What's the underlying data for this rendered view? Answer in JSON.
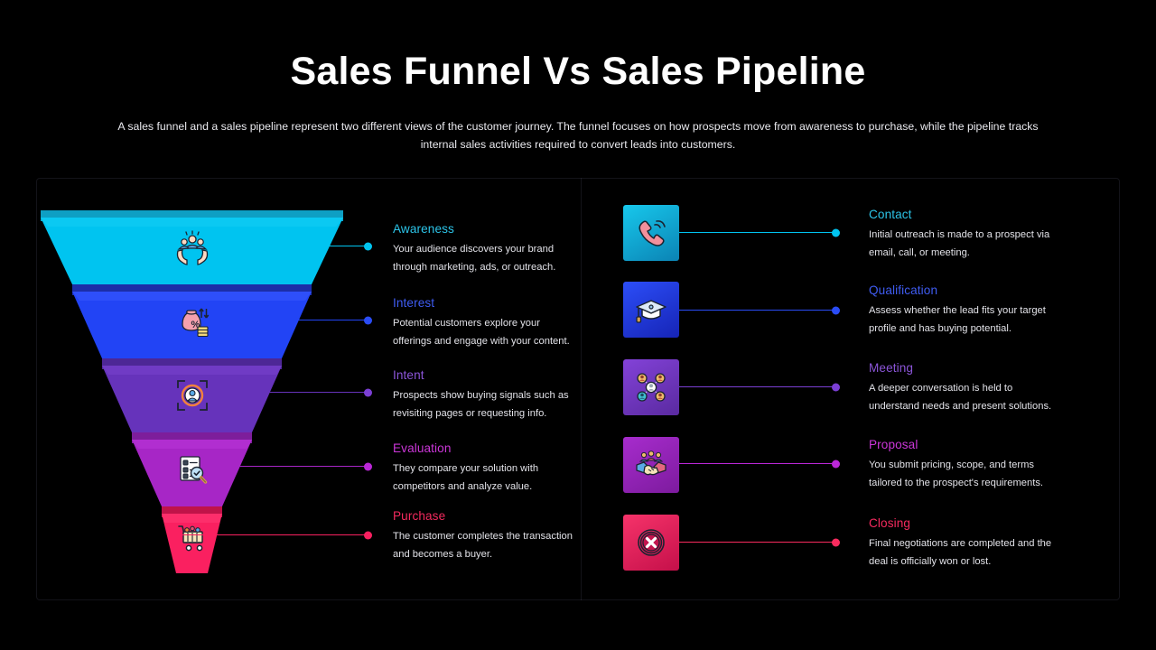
{
  "header": {
    "title": "Sales Funnel Vs Sales Pipeline",
    "subtitle": "A sales funnel and a sales pipeline represent two different views of the customer journey. The funnel focuses on how prospects move from awareness to purchase, while the pipeline tracks internal sales activities required to convert leads into customers."
  },
  "colors": {
    "background": "#000000",
    "cyan": "#00c4f0",
    "blue": "#2244f5",
    "purple": "#6633bb",
    "magenta": "#a726c6",
    "pink": "#fa2060",
    "cyan_rim": "#0e9fc4",
    "blue_rim": "#1c2ea8",
    "purple_rim": "#4d2796",
    "magenta_rim": "#7d1e9b",
    "pink_rim": "#c01349"
  },
  "funnel": {
    "stages": [
      {
        "label": "Awareness",
        "description": "Your audience discovers your brand through marketing, ads, or outreach.",
        "color": "#00c4f0",
        "rim": "#0e9fc4",
        "icon": "audience-hands-icon"
      },
      {
        "label": "Interest",
        "description": "Potential customers explore your offerings and engage with your content.",
        "color": "#2244f5",
        "rim": "#1c2ea8",
        "icon": "money-bag-percent-icon"
      },
      {
        "label": "Intent",
        "description": "Prospects show buying signals such as revisiting pages or requesting info.",
        "color": "#6633bb",
        "rim": "#4d2796",
        "icon": "target-person-icon"
      },
      {
        "label": "Evaluation",
        "description": "They compare your solution with competitors and analyze value.",
        "color": "#a726c6",
        "rim": "#7d1e9b",
        "icon": "checklist-magnifier-icon"
      },
      {
        "label": "Purchase",
        "description": "The customer completes the transaction and becomes a buyer.",
        "color": "#fa2060",
        "rim": "#c01349",
        "icon": "shopping-cart-icon"
      }
    ]
  },
  "pipeline": {
    "stages": [
      {
        "label": "Contact",
        "description": "Initial outreach is made to a prospect via email, call, or meeting.",
        "color": "#00c4f0",
        "tile_from": "#17c8ec",
        "tile_to": "#0b83b4",
        "icon": "ringing-phone-icon"
      },
      {
        "label": "Qualification",
        "description": "Assess whether the lead fits your target profile and has buying potential.",
        "color": "#2a4cf5",
        "tile_from": "#2c4ef8",
        "tile_to": "#1624b6",
        "icon": "graduation-cap-icon"
      },
      {
        "label": "Meeting",
        "description": "A deeper conversation is held to understand needs and present solutions.",
        "color": "#7b3fd4",
        "tile_from": "#8342d8",
        "tile_to": "#5a2aa0",
        "icon": "network-people-icon"
      },
      {
        "label": "Proposal",
        "description": "You submit pricing, scope, and terms tailored to the prospect's requirements.",
        "color": "#bb27d8",
        "tile_from": "#a72ccd",
        "tile_to": "#7d1b9e",
        "icon": "handshake-team-icon"
      },
      {
        "label": "Closing",
        "description": "Final negotiations are completed and the deal is officially won or lost.",
        "color": "#f92b5e",
        "tile_from": "#f6336a",
        "tile_to": "#c5104a",
        "icon": "deal-closed-x-icon"
      }
    ]
  }
}
